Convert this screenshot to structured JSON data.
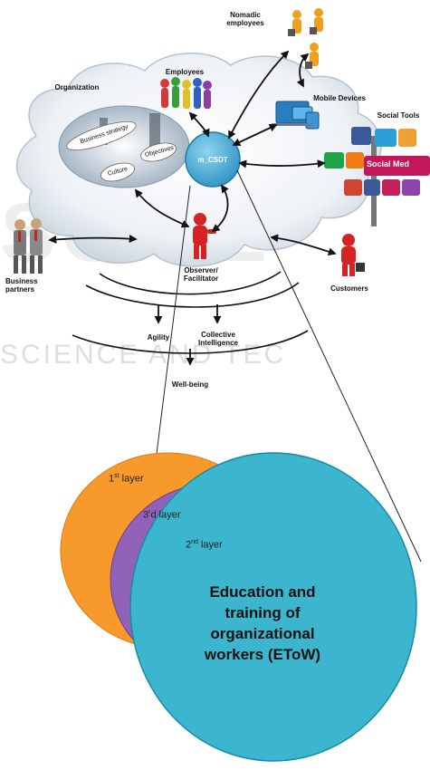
{
  "labels": {
    "nomadic": [
      "Nomadic",
      "employees"
    ],
    "employees": "Employees",
    "organization": "Organization",
    "mobile_devices": "Mobile Devices",
    "social_tools": "Social Tools",
    "social_media": "Social Med",
    "business_strategy": "Business strategy",
    "objectives": "Objectives",
    "culture": "Culture",
    "m_csdt": "m_CSDT",
    "observer": [
      "Observer/",
      "Facilitator"
    ],
    "business_partners": [
      "Business",
      "partners"
    ],
    "customers": "Customers",
    "agility": "Agility",
    "collective": [
      "Collective",
      "Intelligence"
    ],
    "wellbeing": "Well-being"
  },
  "watermark": {
    "big": "SCITE",
    "small": "SCIENCE AND TEC"
  },
  "layers": {
    "first": {
      "num": "1",
      "sup": "st",
      "word": " layer"
    },
    "third": {
      "num": "3",
      "sup": "r",
      "word": "d layer"
    },
    "second": {
      "num": "2",
      "sup": "nd",
      "word": " layer"
    }
  },
  "etow": [
    "Education and",
    "training of",
    "organizational",
    "workers (EToW)"
  ],
  "colors": {
    "orange": "#f79a2b",
    "purple": "#9163b8",
    "teal": "#3cb6cf",
    "cloud": "#e9eef3",
    "node": "#3fa9d6"
  }
}
